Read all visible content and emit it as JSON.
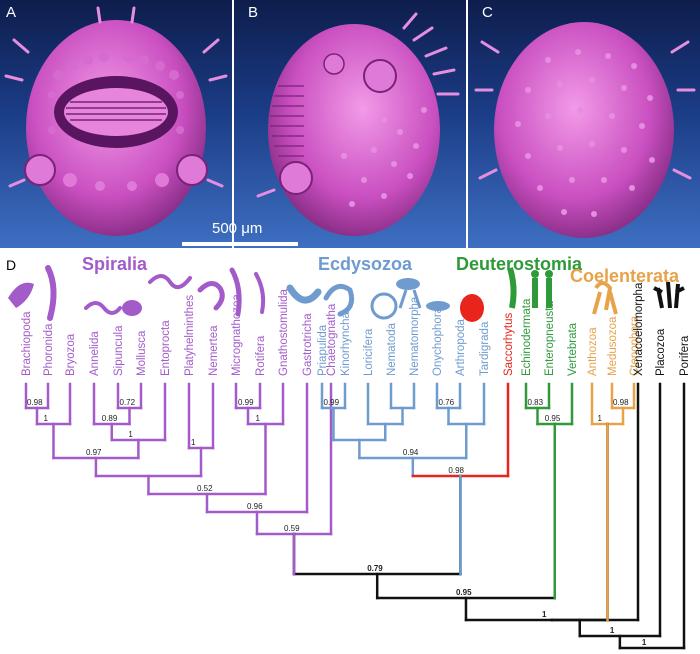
{
  "panels": {
    "a_label": "A",
    "b_label": "B",
    "c_label": "C"
  },
  "scale_bar_label": "500 μm",
  "panel_d_label": "D",
  "groups": [
    {
      "name": "Spiralia",
      "color": "#a35bc9"
    },
    {
      "name": "Ecdysozoa",
      "color": "#6f9bcf"
    },
    {
      "name": "Deuterostomia",
      "color": "#2f9a3a"
    },
    {
      "name": "Coelenterata",
      "color": "#e8a24a"
    }
  ],
  "colors": {
    "spiralia": "#a35bc9",
    "ecdysozoa": "#6f9bcf",
    "deuterostomia": "#2f9a3a",
    "coelenterata": "#e8a24a",
    "saccorhytus": "#e8241c",
    "outgroup": "#111111"
  },
  "taxa": [
    {
      "name": "Brachiopoda",
      "group": "spiralia"
    },
    {
      "name": "Phoronida",
      "group": "spiralia"
    },
    {
      "name": "Bryozoa",
      "group": "spiralia"
    },
    {
      "name": "Annelida",
      "group": "spiralia"
    },
    {
      "name": "Sipuncula",
      "group": "spiralia"
    },
    {
      "name": "Mollusca",
      "group": "spiralia"
    },
    {
      "name": "Entoprocta",
      "group": "spiralia"
    },
    {
      "name": "Platyhelminthes",
      "group": "spiralia"
    },
    {
      "name": "Nemertea",
      "group": "spiralia"
    },
    {
      "name": "Micrognathozoa",
      "group": "spiralia"
    },
    {
      "name": "Rotifera",
      "group": "spiralia"
    },
    {
      "name": "Gnathostomulida",
      "group": "spiralia"
    },
    {
      "name": "Gastrotricha",
      "group": "spiralia"
    },
    {
      "name": "Chaetognatha",
      "group": "spiralia"
    },
    {
      "name": "Priapulida",
      "group": "ecdysozoa"
    },
    {
      "name": "Kinorhyncha",
      "group": "ecdysozoa"
    },
    {
      "name": "Loricifera",
      "group": "ecdysozoa"
    },
    {
      "name": "Nematoda",
      "group": "ecdysozoa"
    },
    {
      "name": "Nematomorpha",
      "group": "ecdysozoa"
    },
    {
      "name": "Onychophora",
      "group": "ecdysozoa"
    },
    {
      "name": "Arthropoda",
      "group": "ecdysozoa"
    },
    {
      "name": "Tardigrada",
      "group": "ecdysozoa"
    },
    {
      "name": "Saccorhytus",
      "group": "saccorhytus"
    },
    {
      "name": "Echinodermata",
      "group": "deuterostomia"
    },
    {
      "name": "Enteropneusta",
      "group": "deuterostomia"
    },
    {
      "name": "Vertebrata",
      "group": "deuterostomia"
    },
    {
      "name": "Anthozoa",
      "group": "coelenterata"
    },
    {
      "name": "Medusozoa",
      "group": "coelenterata"
    },
    {
      "name": "Ctenophora",
      "group": "coelenterata"
    },
    {
      "name": "Xenacoelomorpha",
      "group": "outgroup"
    },
    {
      "name": "Placozoa",
      "group": "outgroup"
    },
    {
      "name": "Porifera",
      "group": "outgroup"
    }
  ],
  "supports": [
    {
      "value": "0.98",
      "bold": false
    },
    {
      "value": "1",
      "bold": false
    },
    {
      "value": "0.72",
      "bold": false
    },
    {
      "value": "0.89",
      "bold": false
    },
    {
      "value": "1",
      "bold": false
    },
    {
      "value": "0.97",
      "bold": false
    },
    {
      "value": "1",
      "bold": false
    },
    {
      "value": "0.99",
      "bold": false
    },
    {
      "value": "1",
      "bold": false
    },
    {
      "value": "0.52",
      "bold": false
    },
    {
      "value": "0.96",
      "bold": false
    },
    {
      "value": "0.59",
      "bold": false
    },
    {
      "value": "0.99",
      "bold": false
    },
    {
      "value": "0.94",
      "bold": false
    },
    {
      "value": "0.76",
      "bold": false
    },
    {
      "value": "0.98",
      "bold": false
    },
    {
      "value": "0.83",
      "bold": false
    },
    {
      "value": "0.95",
      "bold": false
    },
    {
      "value": "1",
      "bold": false
    },
    {
      "value": "0.98",
      "bold": false
    },
    {
      "value": "0.79",
      "bold": true
    },
    {
      "value": "0.95",
      "bold": true
    },
    {
      "value": "1",
      "bold": true
    },
    {
      "value": "1",
      "bold": true
    },
    {
      "value": "1",
      "bold": true
    }
  ]
}
